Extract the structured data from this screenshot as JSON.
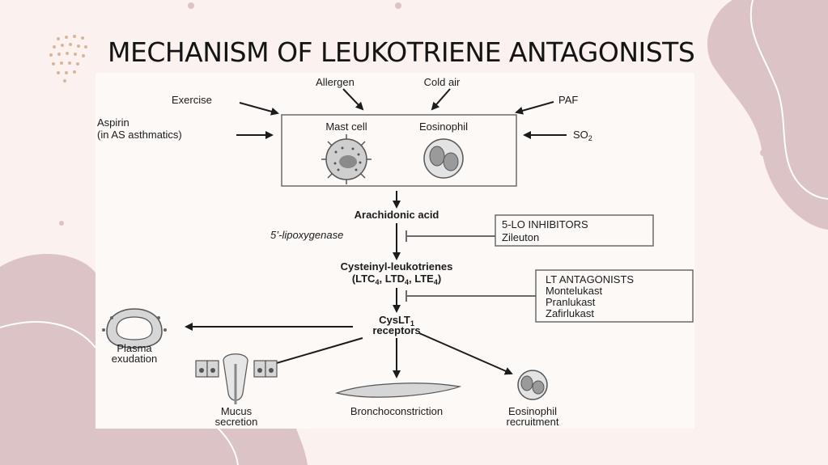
{
  "slide": {
    "title": "MECHANISM OF LEUKOTRIENE ANTAGONISTS"
  },
  "diagram": {
    "triggers": {
      "exercise": "Exercise",
      "allergen": "Allergen",
      "cold_air": "Cold air",
      "paf": "PAF",
      "aspirin_line1": "Aspirin",
      "aspirin_line2": "(in AS asthmatics)",
      "so2": "SO",
      "so2_sub": "2"
    },
    "cells": {
      "mast_cell": "Mast cell",
      "eosinophil": "Eosinophil"
    },
    "pathway": {
      "arachidonic_acid": "Arachidonic acid",
      "enzyme": "5’-lipoxygenase",
      "cysteinyl_title": "Cysteinyl-leukotrienes",
      "ltc": "(LTC",
      "ltc_sub": "4",
      "ltd": ", LTD",
      "ltd_sub": "4",
      "lte": ", LTE",
      "lte_sub": "4",
      "close_paren": ")",
      "receptor": "CysLT",
      "receptor_sub": "1",
      "receptor_line2": "receptors"
    },
    "inhibitor_box": {
      "title": "5-LO INHIBITORS",
      "drug": "Zileuton"
    },
    "antagonist_box": {
      "title": "LT ANTAGONISTS",
      "drugs": [
        "Montelukast",
        "Pranlukast",
        "Zafirlukast"
      ]
    },
    "effects": {
      "plasma_line1": "Plasma",
      "plasma_line2": "exudation",
      "mucus_line1": "Mucus",
      "mucus_line2": "secretion",
      "broncho": "Bronchoconstriction",
      "eos_line1": "Eosinophil",
      "eos_line2": "recruitment"
    }
  },
  "colors": {
    "background": "#fbf1ee",
    "blob": "#dcc3c5",
    "dots": "#d9b69a"
  }
}
